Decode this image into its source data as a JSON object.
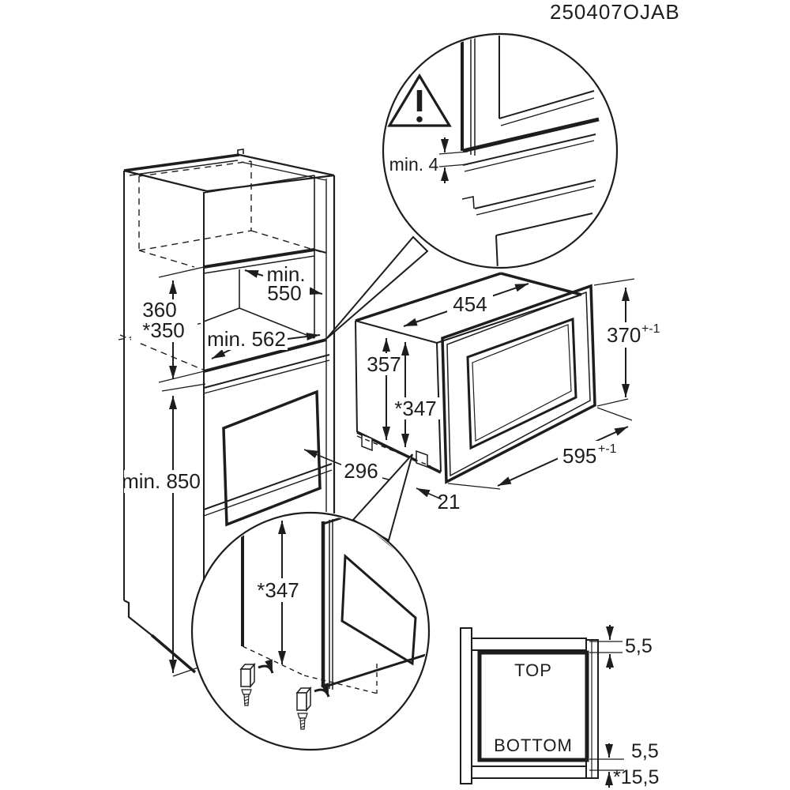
{
  "title": "250407OJAB",
  "colors": {
    "line": "#1d1d1b",
    "background": "#ffffff"
  },
  "top_detail": {
    "min_gap": "min. 4"
  },
  "cabinet": {
    "niche_depth_word": "min.",
    "niche_depth_value": "550",
    "niche_depth_with_door": "min. 562",
    "niche_height": "360",
    "niche_height_alt": "*350",
    "floor_clearance": "min. 850"
  },
  "oven": {
    "body_width": "454",
    "body_height": "357",
    "body_height_alt": "*347",
    "front_height": "370",
    "front_height_tol": "+-1",
    "front_width": "595",
    "front_width_tol": "+-1",
    "foot_distance": "296",
    "door_overhang": "21"
  },
  "bottom_detail": {
    "height": "*347"
  },
  "section_view": {
    "top_label": "TOP",
    "bottom_label": "BOTTOM",
    "gap_top": "5,5",
    "gap_bottom": "5,5",
    "bottom_offset": "*15,5"
  }
}
